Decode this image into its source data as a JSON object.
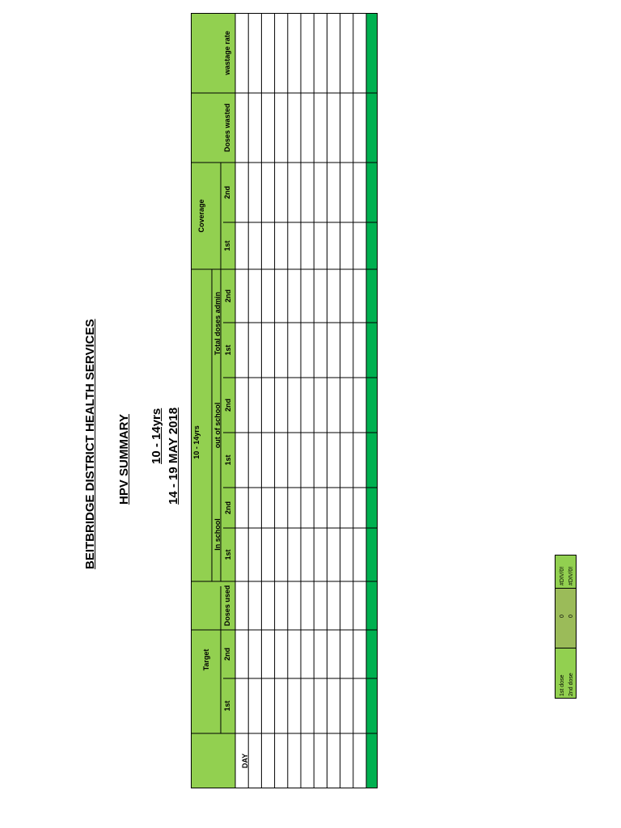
{
  "header": {
    "department": "BEITBRIDGE DISTRICT HEALTH SERVICES",
    "summary": "HPV  SUMMARY",
    "age_group": "10 - 14yrs",
    "period": "14 - 19 MAY 2018"
  },
  "table": {
    "col_day": "DAY",
    "target": "Target",
    "target_1st": "1st",
    "target_2nd": "2nd",
    "doses_used": "Doses used",
    "age_band": "10 - 14yrs",
    "in_school": "In school",
    "in_school_1st": "1st",
    "in_school_2nd": "2nd",
    "out_of_school": "out of school",
    "out_of_school_1st": "1st",
    "out_of_school_2nd": "2nd",
    "total_doses": "Total doses admin",
    "total_1st": "1st",
    "total_2nd": "2nd",
    "coverage": "Coverage",
    "coverage_1st": "1st",
    "coverage_2nd": "2nd",
    "doses_wasted": "Doses wasted",
    "wastage_rate": "wastage rate",
    "body_rows": 10,
    "colors": {
      "header_green": "#92d050",
      "total_row_green": "#00b050",
      "border": "#000000"
    }
  },
  "mini_table": {
    "rows": [
      {
        "label": "1st dose",
        "value": "0",
        "rate": "#DIV/0!"
      },
      {
        "label": "2nd dose",
        "value": "0",
        "rate": "#DIV/0!"
      }
    ],
    "colors": {
      "label_bg": "#92d050",
      "value_bg": "#92d050",
      "rate_bg": "#92d050"
    }
  }
}
